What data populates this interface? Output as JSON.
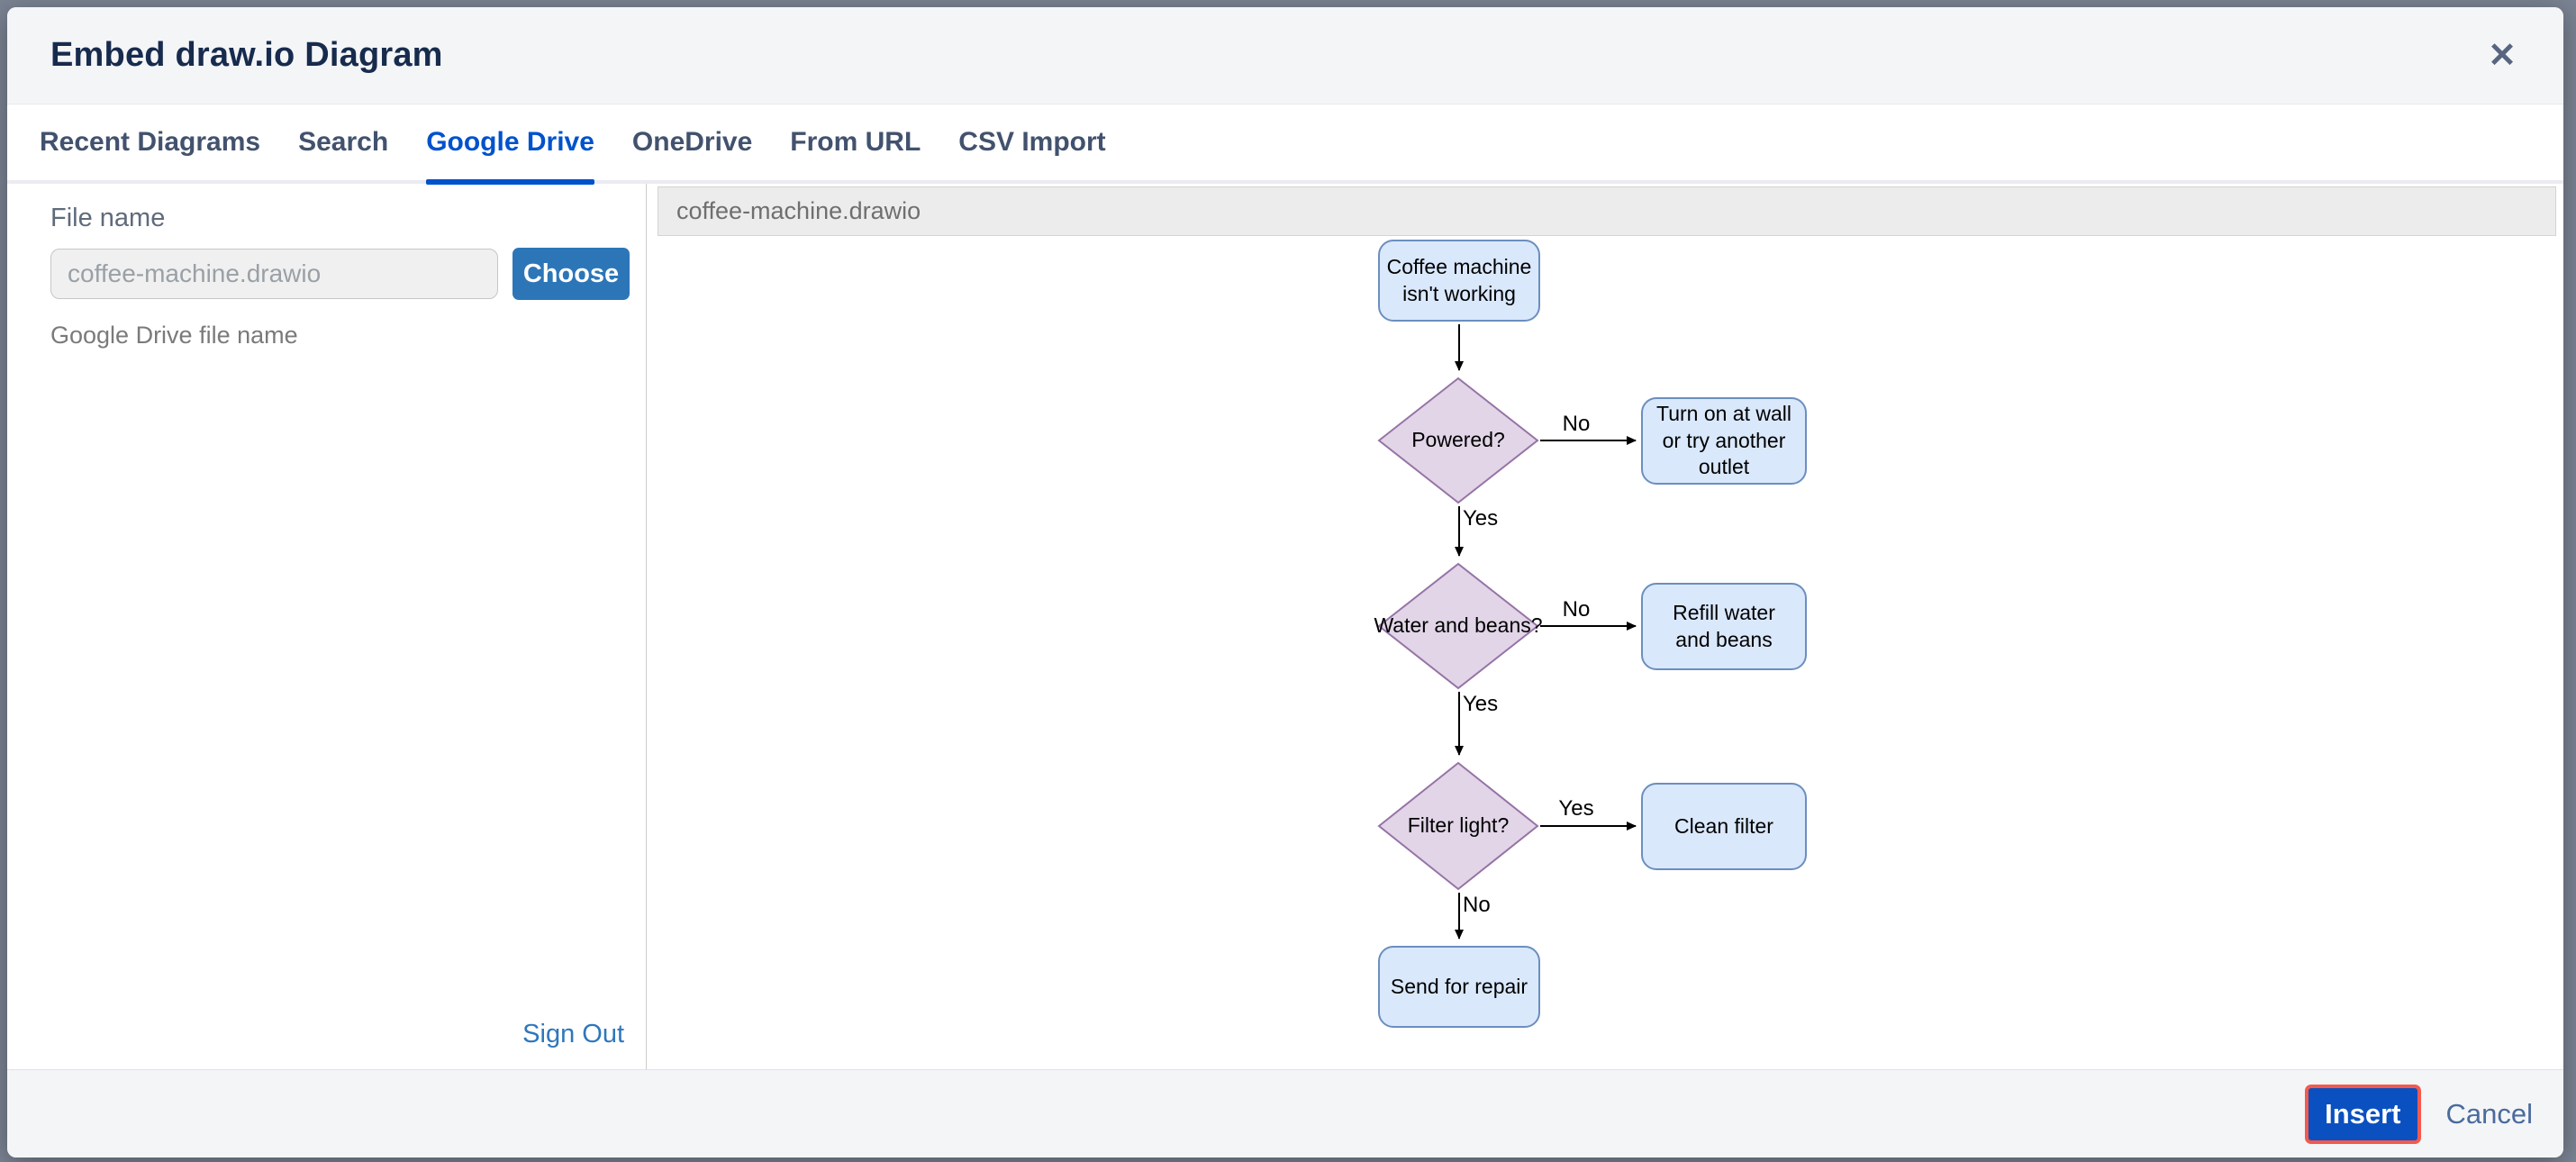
{
  "dialog": {
    "title": "Embed draw.io Diagram",
    "close_glyph": "✕"
  },
  "tabs": [
    {
      "label": "Recent Diagrams",
      "active": false
    },
    {
      "label": "Search",
      "active": false
    },
    {
      "label": "Google Drive",
      "active": true
    },
    {
      "label": "OneDrive",
      "active": false
    },
    {
      "label": "From URL",
      "active": false
    },
    {
      "label": "CSV Import",
      "active": false
    }
  ],
  "drive_panel": {
    "file_name_label": "File name",
    "file_input_value": "",
    "file_input_placeholder": "coffee-machine.drawio",
    "choose_button": "Choose",
    "helper_text": "Google Drive file name",
    "sign_out_link": "Sign Out"
  },
  "preview": {
    "file_title": "coffee-machine.drawio"
  },
  "diagram": {
    "nodes": {
      "start": {
        "label": "Coffee machine isn't working",
        "type": "process"
      },
      "powered": {
        "label": "Powered?",
        "type": "decision"
      },
      "turn_on": {
        "label": "Turn on at wall or try another outlet",
        "type": "process"
      },
      "water": {
        "label": "Water and beans?",
        "type": "decision"
      },
      "refill": {
        "label": "Refill water and beans",
        "type": "process"
      },
      "filter": {
        "label": "Filter light?",
        "type": "decision"
      },
      "clean": {
        "label": "Clean filter",
        "type": "process"
      },
      "repair": {
        "label": "Send for repair",
        "type": "process"
      }
    },
    "edge_labels": {
      "powered_no": "No",
      "powered_yes": "Yes",
      "water_no": "No",
      "water_yes": "Yes",
      "filter_yes": "Yes",
      "filter_no": "No"
    }
  },
  "footer": {
    "insert_button": "Insert",
    "cancel_link": "Cancel"
  },
  "colors": {
    "accent_blue": "#0052cc",
    "title_text": "#172b4d",
    "choose_button_blue": "#2c76b8",
    "insert_button_blue": "#0b50c0",
    "insert_focus_ring": "#f4594e",
    "link_blue": "#2e77bb",
    "cancel_link_blue": "#4a6b9d",
    "node_blue_fill": "#dae8fc",
    "node_blue_border": "#6c8ebf",
    "decision_purple_fill": "#e1d5e7",
    "decision_purple_border": "#9673a6",
    "backdrop": "#7b8494"
  }
}
